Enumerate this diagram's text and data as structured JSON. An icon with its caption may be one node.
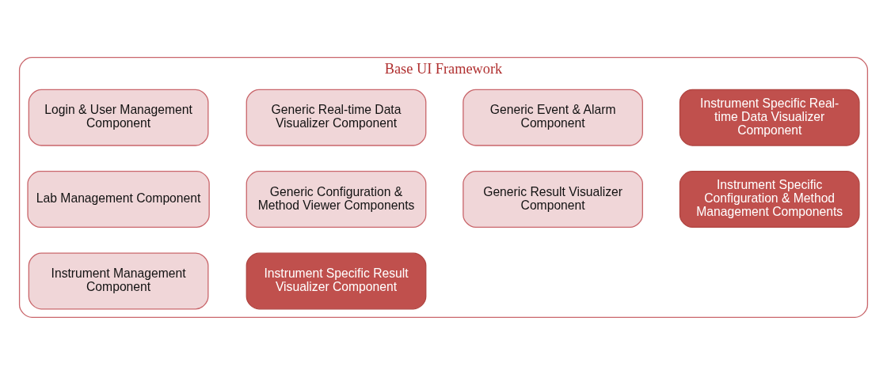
{
  "diagram": {
    "nodes": [
      {
        "text": [
          "Base UI Framework"
        ]
      },
      {
        "text": [
          "Login & User Management Component"
        ],
        "in": 0
      },
      {
        "text": [
          "Generic Real-time Data Visualizer Component"
        ],
        "in": 0
      },
      {
        "text": [
          "Generic Event & Alarm Component"
        ],
        "in": 0
      },
      {
        "text": [
          "Instrument Specific Real-time Data Visualizer Component"
        ],
        "in": 0
      },
      {
        "text": [
          "Lab Management Component"
        ],
        "in": 0
      },
      {
        "text": [
          "Generic Configuration & Method Viewer Components"
        ],
        "in": 0
      },
      {
        "text": [
          "Generic Result Visualizer Component"
        ],
        "in": 0
      },
      {
        "text": [
          "Instrument Specific Configuration & Method Management Components"
        ],
        "in": 0
      },
      {
        "text": [
          "Instrument Management Component"
        ],
        "in": 0
      },
      {
        "text": [
          "Instrument Specific Result Visualizer Component"
        ],
        "in": 0
      }
    ],
    "edges": []
  }
}
